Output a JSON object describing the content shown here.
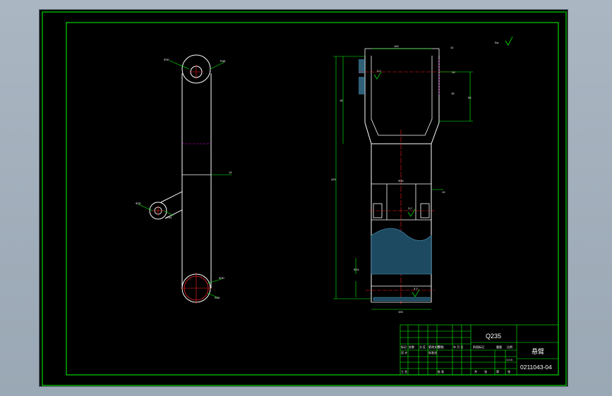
{
  "viewport": {
    "background": "#000000",
    "frame_color": "#00ff00",
    "line_color": "#ffffff",
    "center_color": "#ff2020",
    "hidden_color": "#ff00ff",
    "dim_color": "#00ff00",
    "hatch_color": "#4fa0c8"
  },
  "title_block": {
    "material": "Q235",
    "part_name": "悬臂",
    "drawing_number": "0211043-04",
    "row_labels": [
      "标记",
      "处数",
      "分 区",
      "更改文件号",
      "签 名",
      "年 月 日"
    ],
    "stage_label": "阶段标记",
    "weight_label": "重量",
    "scale_label": "比例",
    "scale_value": "1:0.5",
    "design_label": "设 计",
    "std_label": "标准化",
    "process_label": "工 艺",
    "approve_label": "批 准",
    "sheet_labels": [
      "共",
      "张",
      "第",
      "张"
    ]
  },
  "annotations": {
    "roughness_top": "Ra",
    "left_dims": [
      "Φ30",
      "R45",
      "14",
      "Φ20",
      "R34",
      "Φ30",
      "R45"
    ],
    "right_dims": [
      "100",
      "10",
      "55",
      "18",
      "10",
      "420",
      "Φ30",
      "10",
      "3.2",
      "3.2",
      "3.2",
      "Φ24",
      "100",
      "18"
    ]
  }
}
